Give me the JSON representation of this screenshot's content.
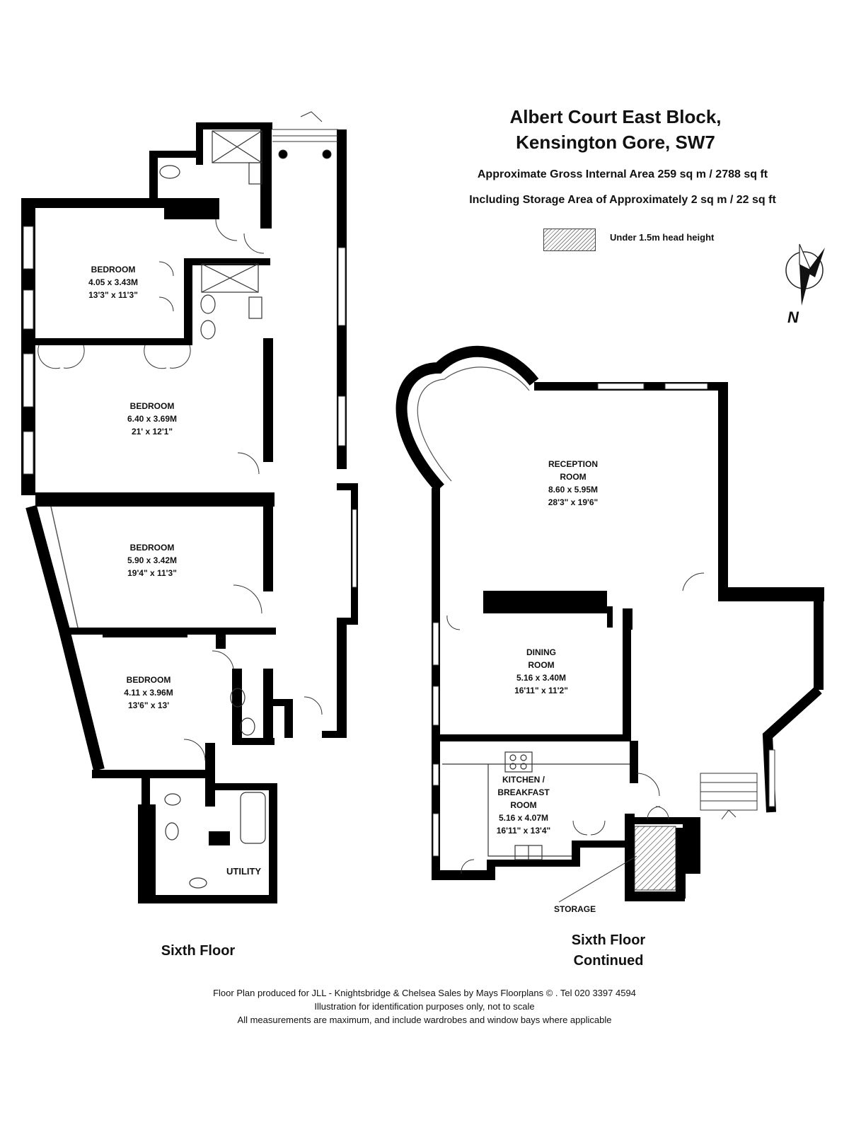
{
  "header": {
    "title_line1": "Albert Court East Block,",
    "title_line2": "Kensington Gore, SW7",
    "area_line": "Approximate Gross Internal Area 259 sq m /  2788 sq ft",
    "storage_line": "Including Storage Area of Approximately 2 sq m /  22 sq ft"
  },
  "legend": {
    "label": "Under 1.5m head height"
  },
  "compass": {
    "letter": "N"
  },
  "rooms": {
    "bed1": {
      "name": "BEDROOM",
      "metric": "4.05 x 3.43M",
      "imperial": "13'3\" x 11'3\""
    },
    "bed2": {
      "name": "BEDROOM",
      "metric": "6.40 x 3.69M",
      "imperial": "21' x 12'1\""
    },
    "bed3": {
      "name": "BEDROOM",
      "metric": "5.90 x 3.42M",
      "imperial": "19'4\" x 11'3\""
    },
    "bed4": {
      "name": "BEDROOM",
      "metric": "4.11 x 3.96M",
      "imperial": "13'6\" x 13'"
    },
    "reception": {
      "name1": "RECEPTION",
      "name2": "ROOM",
      "metric": "8.60 x 5.95M",
      "imperial": "28'3\" x 19'6\""
    },
    "dining": {
      "name1": "DINING",
      "name2": "ROOM",
      "metric": "5.16 x 3.40M",
      "imperial": "16'11\" x 11'2\""
    },
    "kitchen": {
      "name1": "KITCHEN /",
      "name2": "BREAKFAST",
      "name3": "ROOM",
      "metric": "5.16 x 4.07M",
      "imperial": "16'11\" x 13'4\""
    },
    "utility": "UTILITY",
    "storage": "STORAGE"
  },
  "floors": {
    "left": "Sixth Floor",
    "right_line1": "Sixth Floor",
    "right_line2": "Continued"
  },
  "footer": {
    "line1": "Floor Plan produced for JLL - Knightsbridge & Chelsea Sales by Mays Floorplans  © . Tel 020 3397 4594",
    "line2": "Illustration for identification purposes only, not to scale",
    "line3": "All measurements are maximum, and include wardrobes and window bays where applicable"
  }
}
